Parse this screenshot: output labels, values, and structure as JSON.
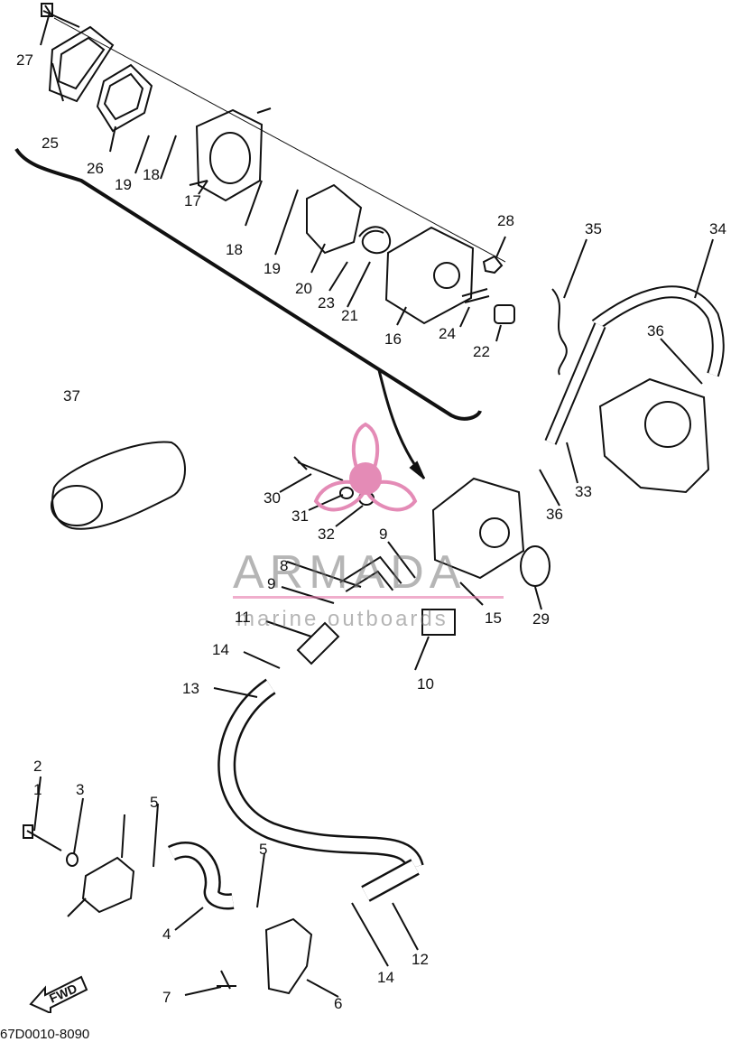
{
  "diagram": {
    "part_labels": [
      "1",
      "2",
      "3",
      "4",
      "5",
      "5",
      "6",
      "7",
      "8",
      "9",
      "9",
      "10",
      "11",
      "12",
      "13",
      "14",
      "14",
      "15",
      "16",
      "17",
      "18",
      "18",
      "19",
      "19",
      "20",
      "21",
      "22",
      "23",
      "24",
      "25",
      "26",
      "27",
      "28",
      "29",
      "30",
      "31",
      "32",
      "33",
      "34",
      "35",
      "36",
      "36",
      "37"
    ],
    "fwd_label": "FWD",
    "drawing_code": "67D0010-8090"
  },
  "watermark": {
    "brand": "ARMADA",
    "subtitle": "marine outboards",
    "color": "#e48bb6"
  }
}
